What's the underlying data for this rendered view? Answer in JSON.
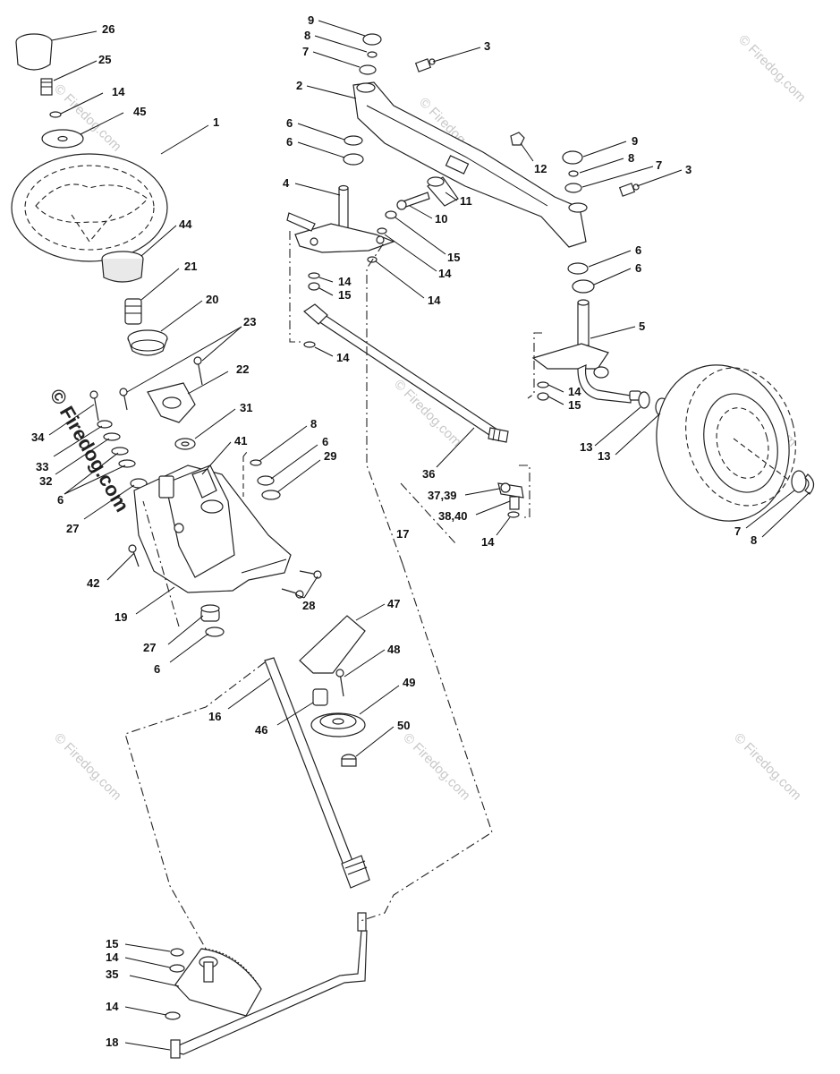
{
  "watermarks": {
    "small": "© Firedog.com",
    "large": "© Firedog.com"
  },
  "callouts": [
    {
      "id": "c26",
      "text": "26"
    },
    {
      "id": "c25",
      "text": "25"
    },
    {
      "id": "c14a",
      "text": "14"
    },
    {
      "id": "c45",
      "text": "45"
    },
    {
      "id": "c1",
      "text": "1"
    },
    {
      "id": "c44",
      "text": "44"
    },
    {
      "id": "c21",
      "text": "21"
    },
    {
      "id": "c20",
      "text": "20"
    },
    {
      "id": "c23",
      "text": "23"
    },
    {
      "id": "c22",
      "text": "22"
    },
    {
      "id": "c34",
      "text": "34"
    },
    {
      "id": "c33",
      "text": "33"
    },
    {
      "id": "c32",
      "text": "32"
    },
    {
      "id": "c6a",
      "text": "6"
    },
    {
      "id": "c27a",
      "text": "27"
    },
    {
      "id": "c31",
      "text": "31"
    },
    {
      "id": "c41",
      "text": "41"
    },
    {
      "id": "c8a",
      "text": "8"
    },
    {
      "id": "c6b",
      "text": "6"
    },
    {
      "id": "c29",
      "text": "29"
    },
    {
      "id": "c42",
      "text": "42"
    },
    {
      "id": "c19",
      "text": "19"
    },
    {
      "id": "c28",
      "text": "28"
    },
    {
      "id": "c27b",
      "text": "27"
    },
    {
      "id": "c6c",
      "text": "6"
    },
    {
      "id": "c16",
      "text": "16"
    },
    {
      "id": "c47",
      "text": "47"
    },
    {
      "id": "c48",
      "text": "48"
    },
    {
      "id": "c49",
      "text": "49"
    },
    {
      "id": "c46",
      "text": "46"
    },
    {
      "id": "c50",
      "text": "50"
    },
    {
      "id": "c9a",
      "text": "9"
    },
    {
      "id": "c8b",
      "text": "8"
    },
    {
      "id": "c7a",
      "text": "7"
    },
    {
      "id": "c3a",
      "text": "3"
    },
    {
      "id": "c2",
      "text": "2"
    },
    {
      "id": "c6d",
      "text": "6"
    },
    {
      "id": "c6e",
      "text": "6"
    },
    {
      "id": "c4",
      "text": "4"
    },
    {
      "id": "c12",
      "text": "12"
    },
    {
      "id": "c11",
      "text": "11"
    },
    {
      "id": "c10",
      "text": "10"
    },
    {
      "id": "c15a",
      "text": "15"
    },
    {
      "id": "c14b",
      "text": "14"
    },
    {
      "id": "c14c",
      "text": "14"
    },
    {
      "id": "c15b",
      "text": "15"
    },
    {
      "id": "c14d",
      "text": "14"
    },
    {
      "id": "c14e",
      "text": "14"
    },
    {
      "id": "c9b",
      "text": "9"
    },
    {
      "id": "c8c",
      "text": "8"
    },
    {
      "id": "c7b",
      "text": "7"
    },
    {
      "id": "c3b",
      "text": "3"
    },
    {
      "id": "c6f",
      "text": "6"
    },
    {
      "id": "c6g",
      "text": "6"
    },
    {
      "id": "c5",
      "text": "5"
    },
    {
      "id": "c14f",
      "text": "14"
    },
    {
      "id": "c15c",
      "text": "15"
    },
    {
      "id": "c13a",
      "text": "13"
    },
    {
      "id": "c13b",
      "text": "13"
    },
    {
      "id": "c36",
      "text": "36"
    },
    {
      "id": "c3739",
      "text": "37,39"
    },
    {
      "id": "c3840",
      "text": "38,40"
    },
    {
      "id": "c17",
      "text": "17"
    },
    {
      "id": "c14g",
      "text": "14"
    },
    {
      "id": "c7c",
      "text": "7"
    },
    {
      "id": "c8d",
      "text": "8"
    },
    {
      "id": "c15d",
      "text": "15"
    },
    {
      "id": "c14h",
      "text": "14"
    },
    {
      "id": "c35",
      "text": "35"
    },
    {
      "id": "c14i",
      "text": "14"
    },
    {
      "id": "c18",
      "text": "18"
    }
  ]
}
